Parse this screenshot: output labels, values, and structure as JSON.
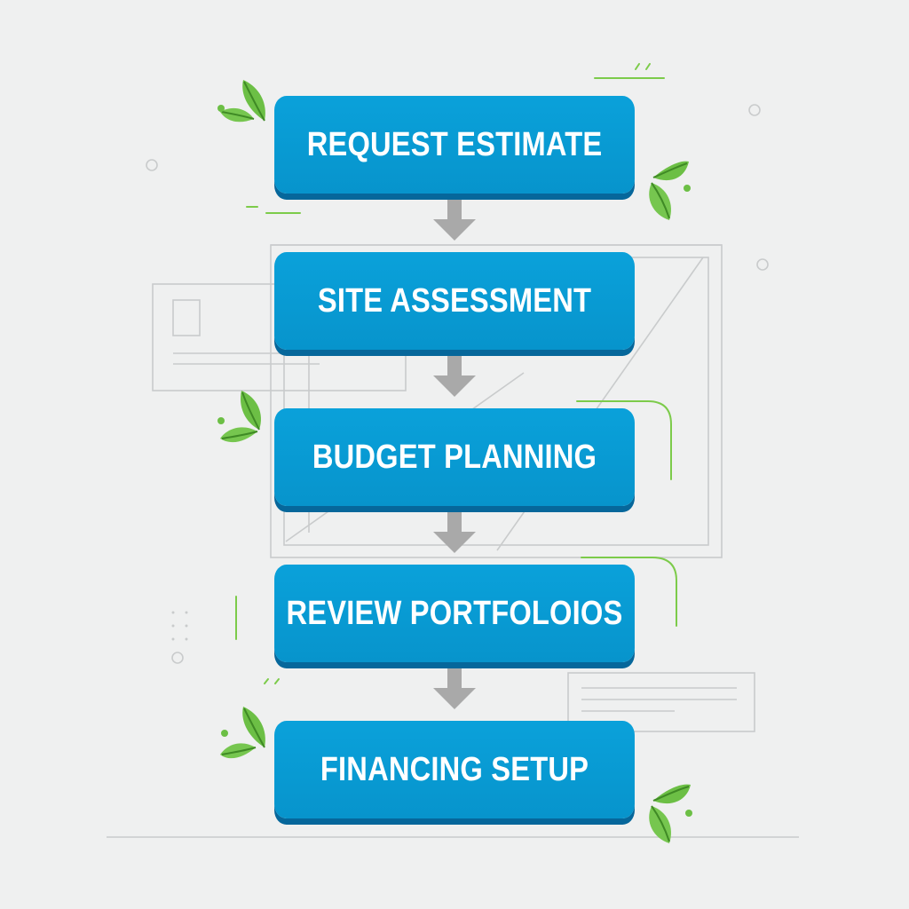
{
  "flow": {
    "steps": [
      {
        "label": "REQUEST ESTIMATE"
      },
      {
        "label": "SITE ASSESSMENT"
      },
      {
        "label": "BUDGET PLANNING"
      },
      {
        "label": "REVIEW PORTFOLOIOS"
      },
      {
        "label": "FINANCING SETUP"
      }
    ],
    "connector": "down-arrow-icon"
  },
  "colors": {
    "background": "#eff0f0",
    "step_fill": "#0aa1da",
    "step_shadow": "#06679b",
    "step_text": "#ffffff",
    "arrow": "#a9a9a9",
    "leaf": "#6cbf45",
    "sketch_lines": "#c9cbcc",
    "accent_lines": "#7ccb4a"
  },
  "decorations": {
    "icons": [
      "leaf-cluster-icon",
      "dot-icon",
      "circle-outline-icon"
    ]
  }
}
